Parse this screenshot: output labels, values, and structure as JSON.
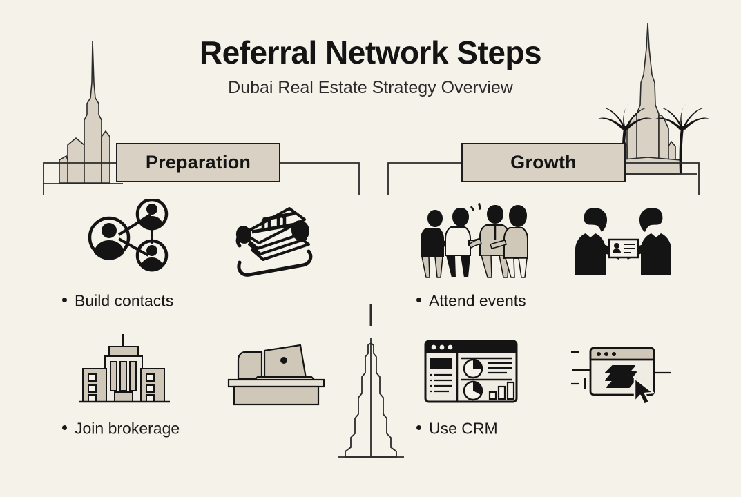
{
  "header": {
    "title": "Referral Network Steps",
    "subtitle": "Dubai Real Estate Strategy Overview"
  },
  "categories": [
    {
      "label": "Preparation"
    },
    {
      "label": "Growth"
    }
  ],
  "items": [
    {
      "label": "Build contacts",
      "category": "Preparation",
      "icons": [
        "network-people-icon",
        "rolodex-card-file-icon"
      ]
    },
    {
      "label": "Join brokerage",
      "category": "Preparation",
      "icons": [
        "office-building-icon",
        "desk-laptop-icon"
      ]
    },
    {
      "label": "Attend events",
      "category": "Growth",
      "icons": [
        "networking-group-icon",
        "business-card-exchange-icon"
      ]
    },
    {
      "label": "Use CRM",
      "category": "Growth",
      "icons": [
        "crm-dashboard-icon",
        "browser-software-cursor-icon"
      ]
    }
  ],
  "decorations": [
    {
      "name": "burj-khalifa-left-icon"
    },
    {
      "name": "burj-khalifa-right-icon"
    },
    {
      "name": "palm-tree-left-icon"
    },
    {
      "name": "palm-tree-right-icon"
    },
    {
      "name": "burj-khalifa-center-outline-icon"
    },
    {
      "name": "spire-accent-line"
    }
  ],
  "colors": {
    "background": "#f5f2ea",
    "ink": "#1a1a1a",
    "box_fill": "#d9d2c4",
    "icon_fill": "#cdc5b4",
    "line": "#2b2b2b"
  }
}
